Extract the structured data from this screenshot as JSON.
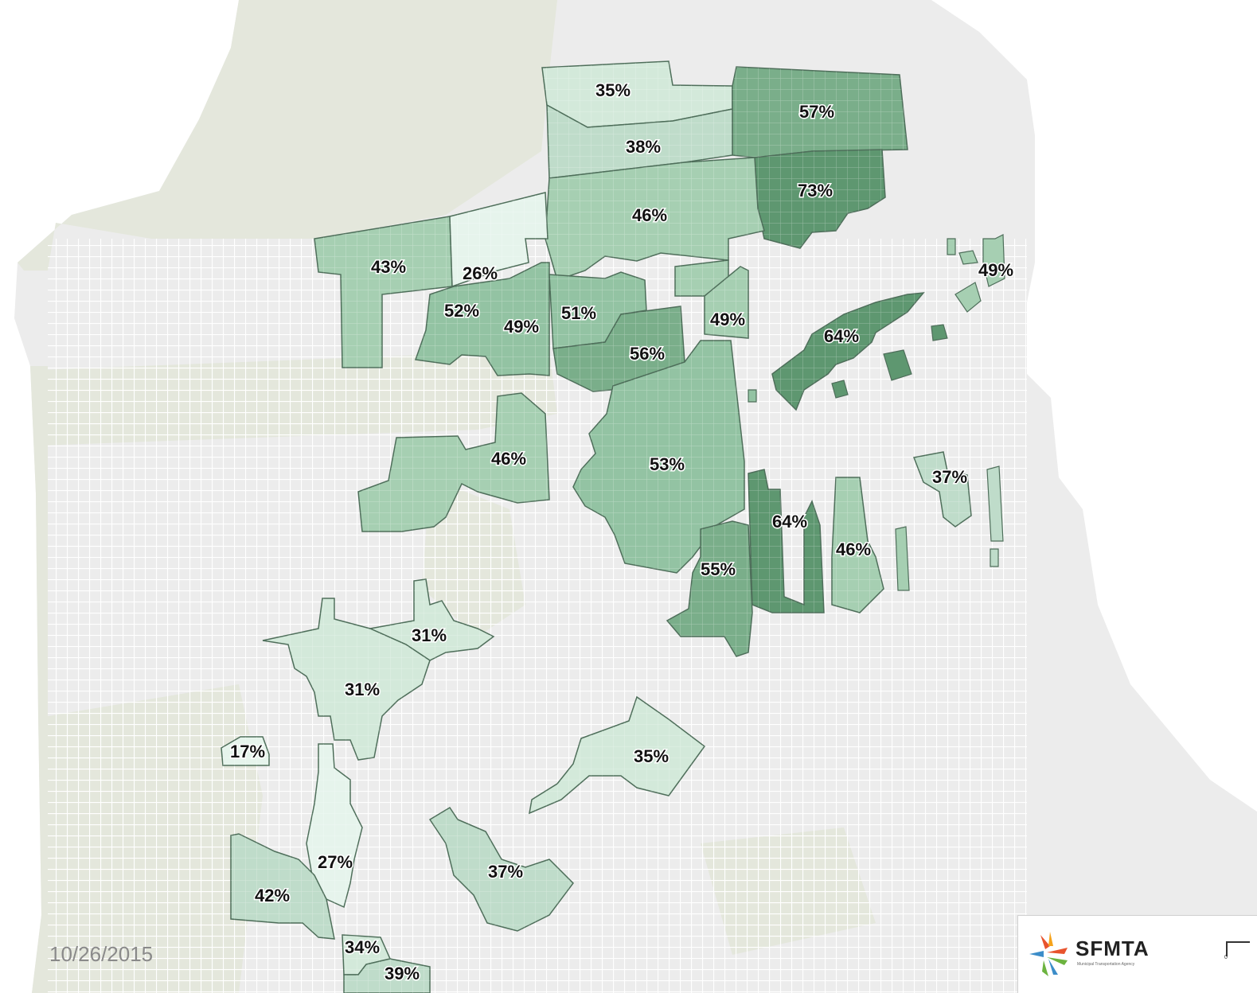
{
  "map": {
    "date_label": "10/26/2015",
    "colors": {
      "ocean": "#ffffff",
      "land": "#ececec",
      "park": "#e4e7dc",
      "street": "#ffffff",
      "border": "#4e6e5a",
      "scale": [
        "#e6f4ec",
        "#d3e9da",
        "#bfdcca",
        "#a6cfb2",
        "#93c3a3",
        "#7aae8a",
        "#5e9770"
      ]
    },
    "districts": [
      {
        "id": "d01",
        "label": "35%",
        "value": 35
      },
      {
        "id": "d02",
        "label": "57%",
        "value": 57
      },
      {
        "id": "d03",
        "label": "38%",
        "value": 38
      },
      {
        "id": "d04",
        "label": "73%",
        "value": 73
      },
      {
        "id": "d05",
        "label": "46%",
        "value": 46
      },
      {
        "id": "d06",
        "label": "43%",
        "value": 43
      },
      {
        "id": "d07",
        "label": "26%",
        "value": 26
      },
      {
        "id": "d08",
        "label": "49%",
        "value": 49
      },
      {
        "id": "d09",
        "label": "52%",
        "value": 52
      },
      {
        "id": "d10",
        "label": "51%",
        "value": 51
      },
      {
        "id": "d11",
        "label": "49%",
        "value": 49
      },
      {
        "id": "d12",
        "label": "49%",
        "value": 49
      },
      {
        "id": "d13",
        "label": "64%",
        "value": 64
      },
      {
        "id": "d14",
        "label": "56%",
        "value": 56
      },
      {
        "id": "d15",
        "label": "46%",
        "value": 46
      },
      {
        "id": "d16",
        "label": "53%",
        "value": 53
      },
      {
        "id": "d17",
        "label": "37%",
        "value": 37
      },
      {
        "id": "d18",
        "label": "64%",
        "value": 64
      },
      {
        "id": "d19",
        "label": "46%",
        "value": 46
      },
      {
        "id": "d20",
        "label": "55%",
        "value": 55
      },
      {
        "id": "d21",
        "label": "31%",
        "value": 31
      },
      {
        "id": "d22",
        "label": "31%",
        "value": 31
      },
      {
        "id": "d23",
        "label": "17%",
        "value": 17
      },
      {
        "id": "d24",
        "label": "35%",
        "value": 35
      },
      {
        "id": "d25",
        "label": "27%",
        "value": 27
      },
      {
        "id": "d26",
        "label": "37%",
        "value": 37
      },
      {
        "id": "d27",
        "label": "42%",
        "value": 42
      },
      {
        "id": "d28",
        "label": "34%",
        "value": 34
      },
      {
        "id": "d29",
        "label": "39%",
        "value": 39
      }
    ]
  },
  "logo": {
    "name": "SFMTA",
    "subtitle": "Municipal Transportation Agency",
    "icon": "sfmta-logo-icon",
    "colors": [
      "#e8542e",
      "#f6a31b",
      "#3c8dc9",
      "#6cb33f"
    ]
  },
  "scale_bar": {
    "zero_label": "0"
  }
}
